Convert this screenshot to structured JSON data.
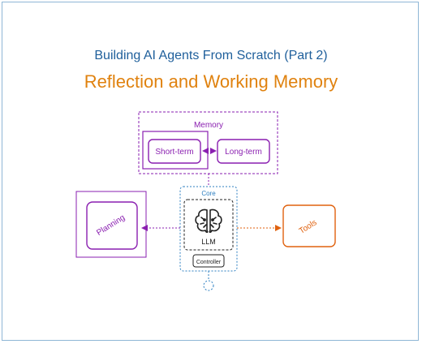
{
  "header": {
    "subtitle": "Building AI Agents From Scratch (Part 2)",
    "title": "Reflection and Working Memory"
  },
  "diagram": {
    "memory": {
      "label": "Memory",
      "short_term": "Short-term",
      "long_term": "Long-term"
    },
    "core": {
      "label": "Core",
      "llm": "LLM",
      "controller": "Controller"
    },
    "planning": {
      "label": "Planning"
    },
    "tools": {
      "label": "Tools"
    }
  },
  "colors": {
    "purple": "#8a1fb0",
    "orange": "#e0620f",
    "blue": "#2d7fc1",
    "dark": "#222222",
    "frame": "#8fb6d6"
  },
  "icons": [
    "brain-icon"
  ]
}
